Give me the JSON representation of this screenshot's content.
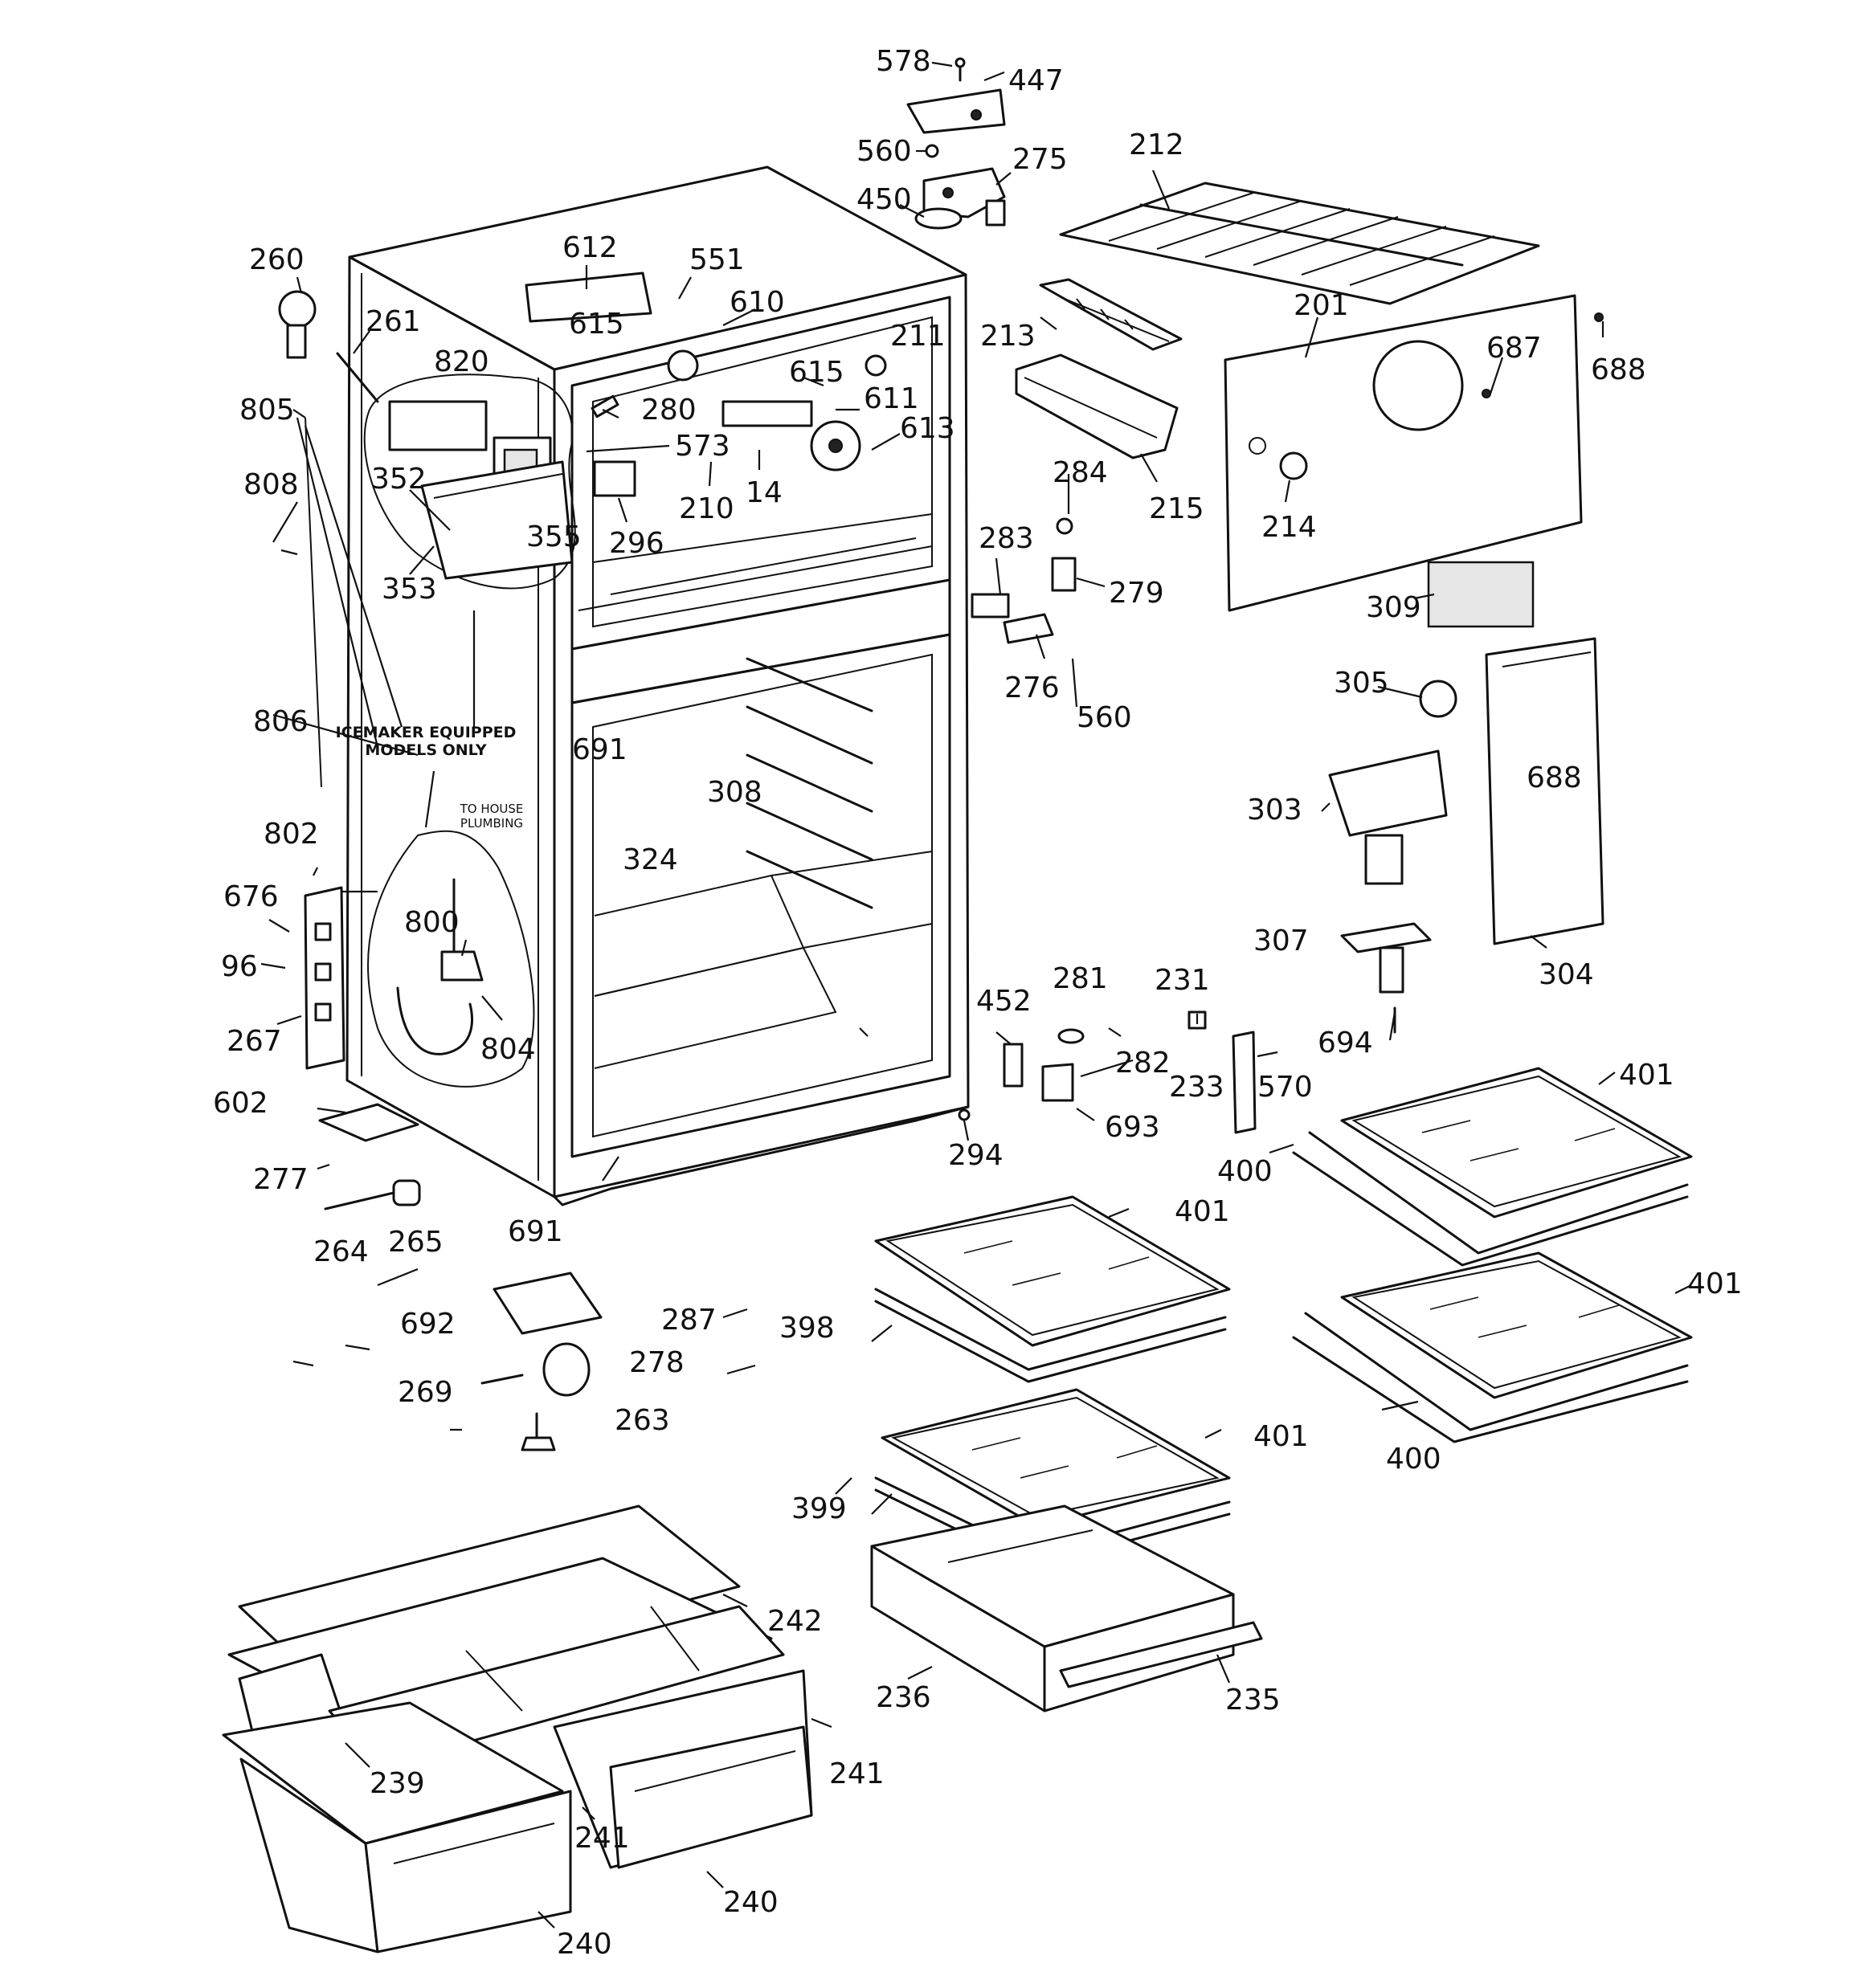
{
  "diagram": {
    "part_numbers": {
      "p578": "578",
      "p447": "447",
      "p560a": "560",
      "p275": "275",
      "p450": "450",
      "p212": "212",
      "p260": "260",
      "p612": "612",
      "p551": "551",
      "p610": "610",
      "p261": "261",
      "p615a": "615",
      "p211": "211",
      "p213": "213",
      "p201": "201",
      "p687": "687",
      "p688a": "688",
      "p820": "820",
      "p615b": "615",
      "p805": "805",
      "p280": "280",
      "p611": "611",
      "p573": "573",
      "p613": "613",
      "p808": "808",
      "p352": "352",
      "p210": "210",
      "p14": "14",
      "p355": "355",
      "p296": "296",
      "p284": "284",
      "p215": "215",
      "p214": "214",
      "p353": "353",
      "p283": "283",
      "p279": "279",
      "p309": "309",
      "p276": "276",
      "p560b": "560",
      "p305": "305",
      "p806": "806",
      "p691a": "691",
      "p308": "308",
      "p688b": "688",
      "p303": "303",
      "p802": "802",
      "p324": "324",
      "p676": "676",
      "p800": "800",
      "p307": "307",
      "p96": "96",
      "p304": "304",
      "p281": "281",
      "p231": "231",
      "p452": "452",
      "p267": "267",
      "p804": "804",
      "p694": "694",
      "p282": "282",
      "p233": "233",
      "p570": "570",
      "p401a": "401",
      "p602": "602",
      "p693": "693",
      "p294": "294",
      "p400a": "400",
      "p277": "277",
      "p401b": "401",
      "p265": "265",
      "p264": "264",
      "p691b": "691",
      "p401c": "401",
      "p692": "692",
      "p287": "287",
      "p398": "398",
      "p278": "278",
      "p269": "269",
      "p263": "263",
      "p401d": "401",
      "p400b": "400",
      "p399": "399",
      "p242": "242",
      "p236": "236",
      "p235": "235",
      "p239": "239",
      "p241a": "241",
      "p241b": "241",
      "p240a": "240",
      "p240b": "240"
    },
    "notes": {
      "icemaker_line1": "ICEMAKER EQUIPPED",
      "icemaker_line2": "MODELS ONLY",
      "plumbing_line1": "TO HOUSE",
      "plumbing_line2": "PLUMBING"
    }
  }
}
